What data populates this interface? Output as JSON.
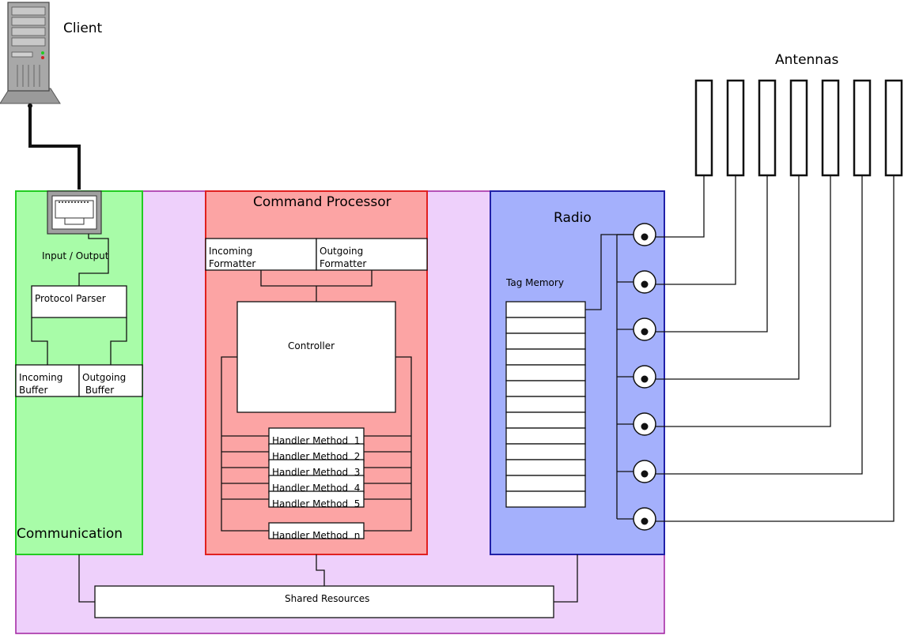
{
  "client": {
    "label": "Client"
  },
  "antennas": {
    "label": "Antennas",
    "count": 7
  },
  "communication": {
    "label": "Communication",
    "io_label": "Input / Output",
    "protocol_parser": "Protocol Parser",
    "incoming_buffer": [
      "Incoming",
      "Buffer"
    ],
    "outgoing_buffer": [
      "Outgoing",
      " Buffer"
    ]
  },
  "command_processor": {
    "label": "Command Processor",
    "incoming_formatter": [
      "Incoming",
      "Formatter"
    ],
    "outgoing_formatter": [
      "Outgoing",
      "Formatter"
    ],
    "controller": "Controller",
    "handlers": [
      "Handler Method  1",
      "Handler Method  2",
      "Handler Method  3",
      "Handler Method  4",
      "Handler Method  5"
    ],
    "handler_n": "Handler Method  n"
  },
  "radio": {
    "label": "Radio",
    "tag_memory": "Tag Memory",
    "tag_memory_rows": 13,
    "ports": 7
  },
  "shared_resources": {
    "label": "Shared Resources"
  },
  "colors": {
    "outer_fill": "#eed0fb",
    "outer_stroke": "#a020a0",
    "comm_fill": "#a8fca8",
    "comm_stroke": "#22cc22",
    "cmd_fill": "#fca4a4",
    "cmd_stroke": "#e02020",
    "radio_fill": "#a4b0fc",
    "radio_stroke": "#2020a8"
  }
}
